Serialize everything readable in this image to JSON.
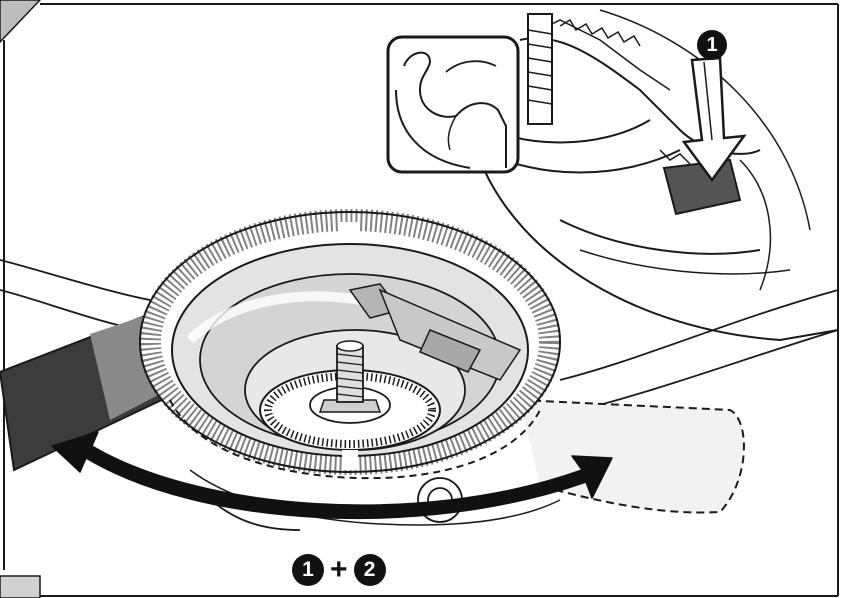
{
  "steps": {
    "press_step": "1",
    "combined_first": "1",
    "combined_plus": "+",
    "combined_second": "2"
  },
  "colors": {
    "line": "#1a1a1a",
    "tube": "#3c3c3c",
    "guard_shade": "#d4d4d4",
    "badge": "#111111"
  },
  "icons": {
    "strength": "flexed-arm-icon",
    "press": "down-arrow-icon",
    "rotate": "curved-double-arrow-icon"
  }
}
